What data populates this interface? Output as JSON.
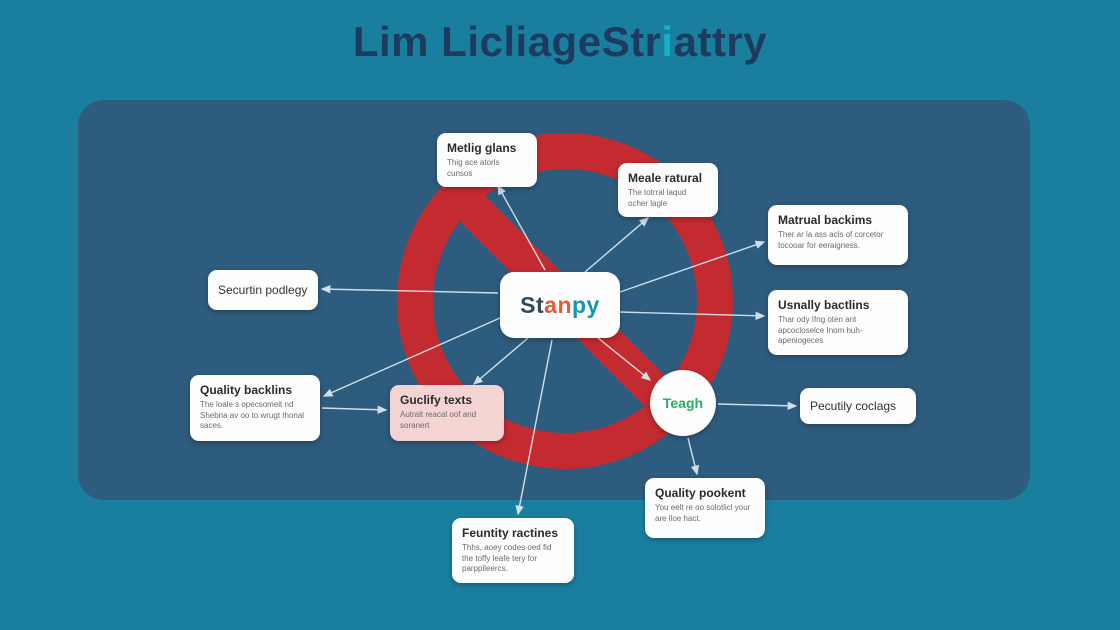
{
  "title": {
    "seg1": "Lim LicliageStr",
    "seg2": "i",
    "seg3": "attry"
  },
  "colors": {
    "background": "#1a7f9e",
    "panel": "#2e5c7e",
    "prohibition_red": "#c32b30",
    "accent_teal": "#16b0c4",
    "title_text": "#1e3a5f",
    "arrow": "#dfeef5",
    "teagh_green": "#27ae60",
    "stanpy_orange": "#e05c3a",
    "stanpy_teal": "#1498a8"
  },
  "nodes": {
    "metlig": {
      "title": "Metlig glans",
      "body": "Thig ace atorls cunsos"
    },
    "meale": {
      "title": "Meale ratural",
      "body": "The totrral laqud ocher lagle"
    },
    "matrual": {
      "title": "Matrual backims",
      "body": "Ther ar la ass acls of corcetor tocooar for eeraigness."
    },
    "usnally": {
      "title": "Usnally bactlins",
      "body": "Thar ody Ifng oten ant apcocloselce Inom huh-apeniogeces"
    },
    "pecutily": {
      "title": "Pecutily coclags"
    },
    "securtin": {
      "title": "Securtin podlegy"
    },
    "quality_backlins": {
      "title": "Quality backlins",
      "body": "The loale s opecsomelt nd Shebna av oo to wrugt thonal saces."
    },
    "guclify": {
      "title": "Guclify texts",
      "body": "Autralt reacal oof and soranert"
    },
    "stanpy": {
      "seg1": "St",
      "seg2": "an",
      "seg3": "py"
    },
    "teagh": {
      "title": "Teagh"
    },
    "quality_pookent": {
      "title": "Quality pookent",
      "body": "You eelt re oo solotlicl your are lloe hact."
    },
    "feuntity": {
      "title": "Feuntity ractines",
      "body": "Thhs, aoey codes oed fid the toffy leafe tery for parpplleercs."
    }
  }
}
